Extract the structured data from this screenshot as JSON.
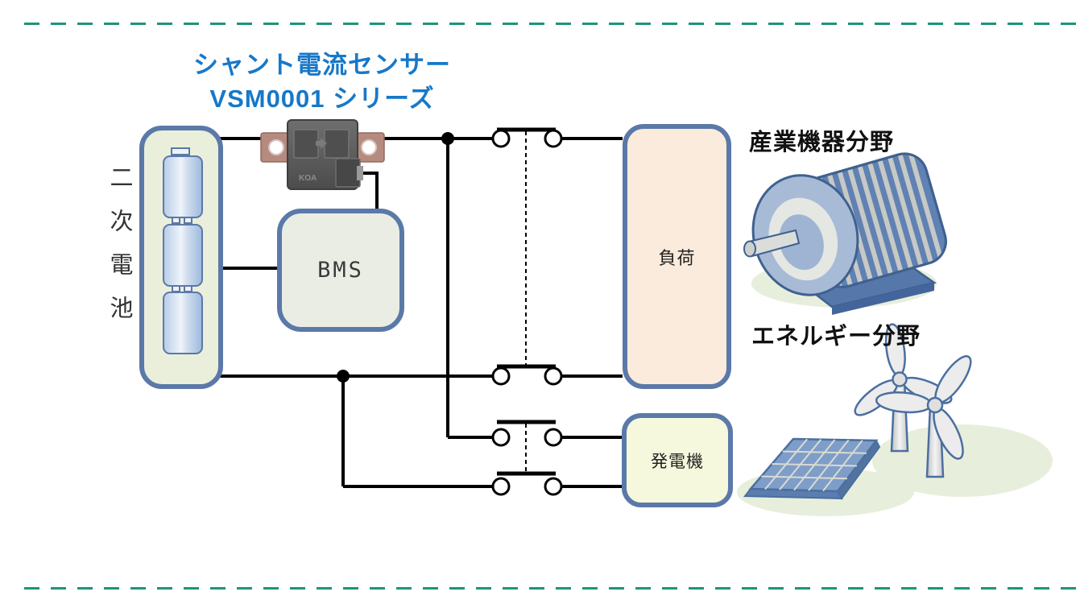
{
  "title": {
    "line1": "シャント電流センサー",
    "line2": "VSM0001 シリーズ"
  },
  "battery": {
    "side_label": "二次電池",
    "cell_count": 3
  },
  "shunt": {
    "brand": "KOA"
  },
  "bms": {
    "label": "BMS"
  },
  "load": {
    "label": "負荷"
  },
  "generator": {
    "label": "発電機"
  },
  "sections": {
    "industrial": {
      "heading": "産業機器分野",
      "icon": "motor-icon"
    },
    "energy": {
      "heading": "エネルギー分野",
      "icons": [
        "wind-turbine-icon",
        "solar-panel-icon"
      ]
    }
  },
  "colors": {
    "accent_blue": "#1778C8",
    "box_border": "#5B79A8",
    "teal_dash": "#1E9478",
    "battery_fill": "#EAEFDB",
    "bms_fill": "#E9EDE3",
    "load_fill": "#FBEBDC",
    "generator_fill": "#F6F8DD",
    "wire": "#000000"
  }
}
